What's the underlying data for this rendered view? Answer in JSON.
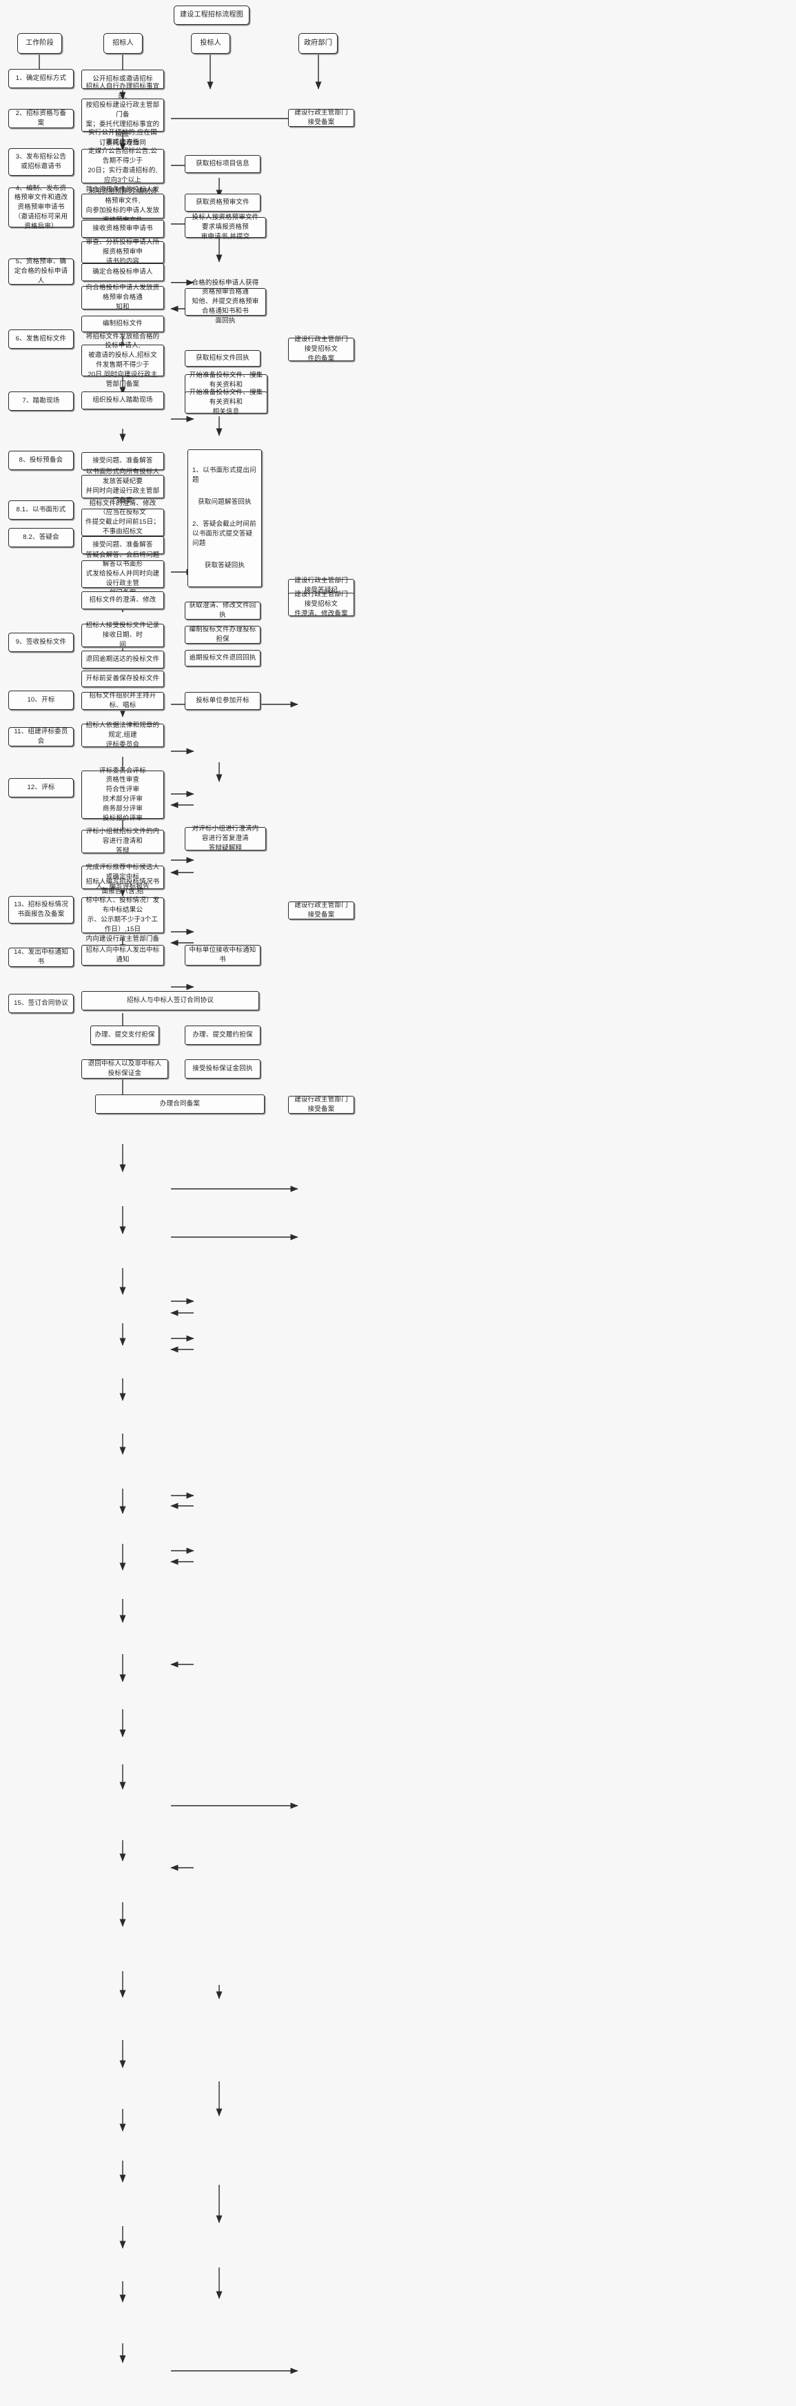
{
  "title": "建设工程招标流程图",
  "lanes": [
    {
      "label": "工作阶段"
    },
    {
      "label": "招标人"
    },
    {
      "label": "投标人"
    },
    {
      "label": "政府部门"
    }
  ],
  "stages": [
    {
      "label": "1、确定招标方式"
    },
    {
      "label": "2、招标资格与备案"
    },
    {
      "label": "3、发布招标公告或招标邀请书"
    },
    {
      "label": "4、编制、发布资格预审文件和遴改资格预审申请书（邀请招标可采用资格后审）"
    },
    {
      "label": "5、资格预审、确定合格的投标申请人"
    },
    {
      "label": "6、发售招标文件"
    },
    {
      "label": "7、踏勘现场"
    },
    {
      "label": "8、投标预备会"
    },
    {
      "label": "8.1、以书面形式"
    },
    {
      "label": "8.2、答疑会"
    },
    {
      "label": "9、签收投标文件"
    },
    {
      "label": "10、开标"
    },
    {
      "label": "11、组建评标委员会"
    },
    {
      "label": "12、评标"
    },
    {
      "label": "13、招标投标情况书面报告及备案"
    },
    {
      "label": "14、发出中标通知书"
    },
    {
      "label": "15、签订合同协议"
    }
  ],
  "bidder_nodes": [
    {
      "id": "b1",
      "label": "公开招标或邀请招标"
    },
    {
      "id": "b2",
      "label": "招标人自行办理招标事宜的,\n按招投标建设行政主管部门备\n案；委托代理招标事宜的应签\n订委托代理合同"
    },
    {
      "id": "b3",
      "label": "实行公开招标的,应在国家或地方指\n定媒介公告招标公告,公告期不得少于\n20日；实行邀请招标的,应向3个以上\n符合资质条件的投标人发出投标邀请书"
    },
    {
      "id": "b4",
      "label": "采用资格预审的,编制资格预审文件,\n向参加投标的申请人发放资格预审文件"
    },
    {
      "id": "b5",
      "label": "接收资格预审申请书"
    },
    {
      "id": "b6",
      "label": "审查、分析投标申请人所报资格预审申\n请书的内容"
    },
    {
      "id": "b7",
      "label": "确定合格投标申请人"
    },
    {
      "id": "b8",
      "label": "向合格投标申请人发放资格预审合格通\n知和"
    },
    {
      "id": "b9",
      "label": "编制招标文件"
    },
    {
      "id": "b10",
      "label": "将招标文件发放给合格的投标申请人,\n被邀请的投标人,招标文件发售期不得少于\n20日,同时向建设行政主管部门备案"
    },
    {
      "id": "b11",
      "label": "组织投标人踏勘现场"
    },
    {
      "id": "b12",
      "label": "接受问题、准备解答"
    },
    {
      "id": "b13",
      "label": "以书面形式向所有投标人发放答疑纪要\n并同时向建设行政主管部门备案"
    },
    {
      "id": "b14",
      "label": "招标文件的澄清、修改（应当在投标文\n件提交截止时间前15日；不事由招标文\n件编制不可在3日前）"
    },
    {
      "id": "b15",
      "label": "接受问题、准备解答"
    },
    {
      "id": "b16",
      "label": "答疑会解答、会后将问题解答以书面形\n式发给投标人并同时向建设行政主管\n部门备案"
    },
    {
      "id": "b17",
      "label": "招标文件的澄清、修改"
    },
    {
      "id": "b18",
      "label": "招标人接受投标文件记录接收日期、时\n间"
    },
    {
      "id": "b19",
      "label": "退回逾期送达的投标文件"
    },
    {
      "id": "b20",
      "label": "开标前妥善保存投标文件"
    },
    {
      "id": "b21",
      "label": "招标文件组织并主持开标、唱标"
    },
    {
      "id": "b22",
      "label": "招标人依据法律和规章的规定,组建\n评标委员会"
    },
    {
      "id": "b23",
      "label": "评标委员会评标\n资格性审查\n符合性评审\n技术部分评审\n商务部分评审\n投标报价评审"
    },
    {
      "id": "b24",
      "label": "评标小组就招标文件的内容进行澄清和\n答辩"
    },
    {
      "id": "b25",
      "label": "完成评标推荐中标候选人或确定中标\n人、编写评标报告"
    },
    {
      "id": "b26",
      "label": "招标人编写招投标情况书面报告（含,招\n标中标人、投标情况）发布中标结果公\n示、公示期不少于3个工作日）,15日\n内向建设行政主管部门备案"
    },
    {
      "id": "b27",
      "label": "招标人向中标人发出中标通知"
    },
    {
      "id": "b28",
      "label": "招标人与中标人签订合同协议"
    },
    {
      "id": "b29",
      "label": "办理、提交支付担保"
    },
    {
      "id": "b30",
      "label": "退回中标人以及非中标人投标保证金"
    },
    {
      "id": "b31",
      "label": "办理合同备案"
    }
  ],
  "tenderer_nodes": [
    {
      "id": "t1",
      "label": "获取招标项目信息"
    },
    {
      "id": "t2",
      "label": "获取资格预审文件"
    },
    {
      "id": "t3",
      "label": "投标人按资格预审文件要求填报资格预\n审申请书,并提交"
    },
    {
      "id": "t4",
      "label": "合格的投标申请人获得资格预审合格通\n知他、并提交资格预审合格通知书和书\n面回执"
    },
    {
      "id": "t5",
      "label": "获取招标文件回执"
    },
    {
      "id": "t6",
      "label": "开始准备投标文件、搜集有关资料和\n相关信息"
    },
    {
      "id": "t7",
      "label": "开始准备投标文件、搜集有关资料和\n相关信息"
    },
    {
      "id": "t8",
      "label": "获取问题解答回执"
    },
    {
      "id": "t9",
      "label": "获取答疑回执"
    },
    {
      "id": "t10",
      "label": "获取澄清、修改文件回执"
    },
    {
      "id": "t11",
      "label": "编制投标文件办理投标担保"
    },
    {
      "id": "t12",
      "label": "逾期投标文件退回回执"
    },
    {
      "id": "t13",
      "label": "投标单位参加开标"
    },
    {
      "id": "t14",
      "label": "对评标小组进行澄清内容进行答复澄清\n答辩疑解释"
    },
    {
      "id": "t15",
      "label": "中标单位接收中标通知书"
    },
    {
      "id": "t16",
      "label": "办理、提交履约担保"
    },
    {
      "id": "t17",
      "label": "接受投标保证金回执"
    }
  ],
  "qa_panel": {
    "line1": "1、以书面形式提出问题",
    "line2": "获取问题解答回执",
    "line3": "2、答疑会截止时间前以书面形式提交答疑问题",
    "line4": "获取答疑回执"
  },
  "government_nodes": [
    {
      "id": "g1",
      "label": "建设行政主管部门接受备案"
    },
    {
      "id": "g2",
      "label": "建设行政主管部门接受招标文\n件的备案"
    },
    {
      "id": "g3",
      "label": "建设行政主管部门接受答疑纪\n要备案"
    },
    {
      "id": "g4",
      "label": "建设行政主管部门接受招标文\n件澄清、修改备案"
    },
    {
      "id": "g5",
      "label": "建设行政主管部门接受备案"
    },
    {
      "id": "g6",
      "label": "建设行政主管部门接受备案"
    }
  ],
  "colors": {
    "background": "#f7f7f7",
    "node_fill": "#fdfdfd",
    "border": "#2b2b2b",
    "edge": "#2b2b2b"
  }
}
